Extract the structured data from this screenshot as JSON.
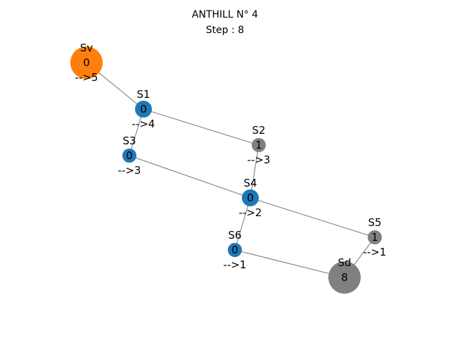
{
  "title": "ANTHILL N° 4",
  "subtitle": "Step : 8",
  "colors": {
    "edge": "#808080",
    "start": "#ff7f0e",
    "occupied": "#1f77b4",
    "default": "#808080",
    "background": "#ffffff"
  },
  "nodes": [
    {
      "id": "Sv",
      "name": "Sv",
      "count": "0",
      "next": "-->5",
      "color": "#ff7f0e"
    },
    {
      "id": "S1",
      "name": "S1",
      "count": "0",
      "next": "-->4",
      "color": "#1f77b4"
    },
    {
      "id": "S2",
      "name": "S2",
      "count": "1",
      "next": "-->3",
      "color": "#808080"
    },
    {
      "id": "S3",
      "name": "S3",
      "count": "0",
      "next": "-->3",
      "color": "#1f77b4"
    },
    {
      "id": "S4",
      "name": "S4",
      "count": "0",
      "next": "-->2",
      "color": "#1f77b4"
    },
    {
      "id": "S5",
      "name": "S5",
      "count": "1",
      "next": "-->1",
      "color": "#808080"
    },
    {
      "id": "S6",
      "name": "S6",
      "count": "0",
      "next": "-->1",
      "color": "#1f77b4"
    },
    {
      "id": "Sd",
      "name": "Sd",
      "count": "8",
      "next": "",
      "color": "#808080"
    }
  ],
  "edges": [
    [
      "Sv",
      "S1"
    ],
    [
      "S1",
      "S2"
    ],
    [
      "S1",
      "S3"
    ],
    [
      "S2",
      "S4"
    ],
    [
      "S3",
      "S4"
    ],
    [
      "S4",
      "S5"
    ],
    [
      "S4",
      "S6"
    ],
    [
      "S5",
      "Sd"
    ],
    [
      "S6",
      "Sd"
    ]
  ]
}
